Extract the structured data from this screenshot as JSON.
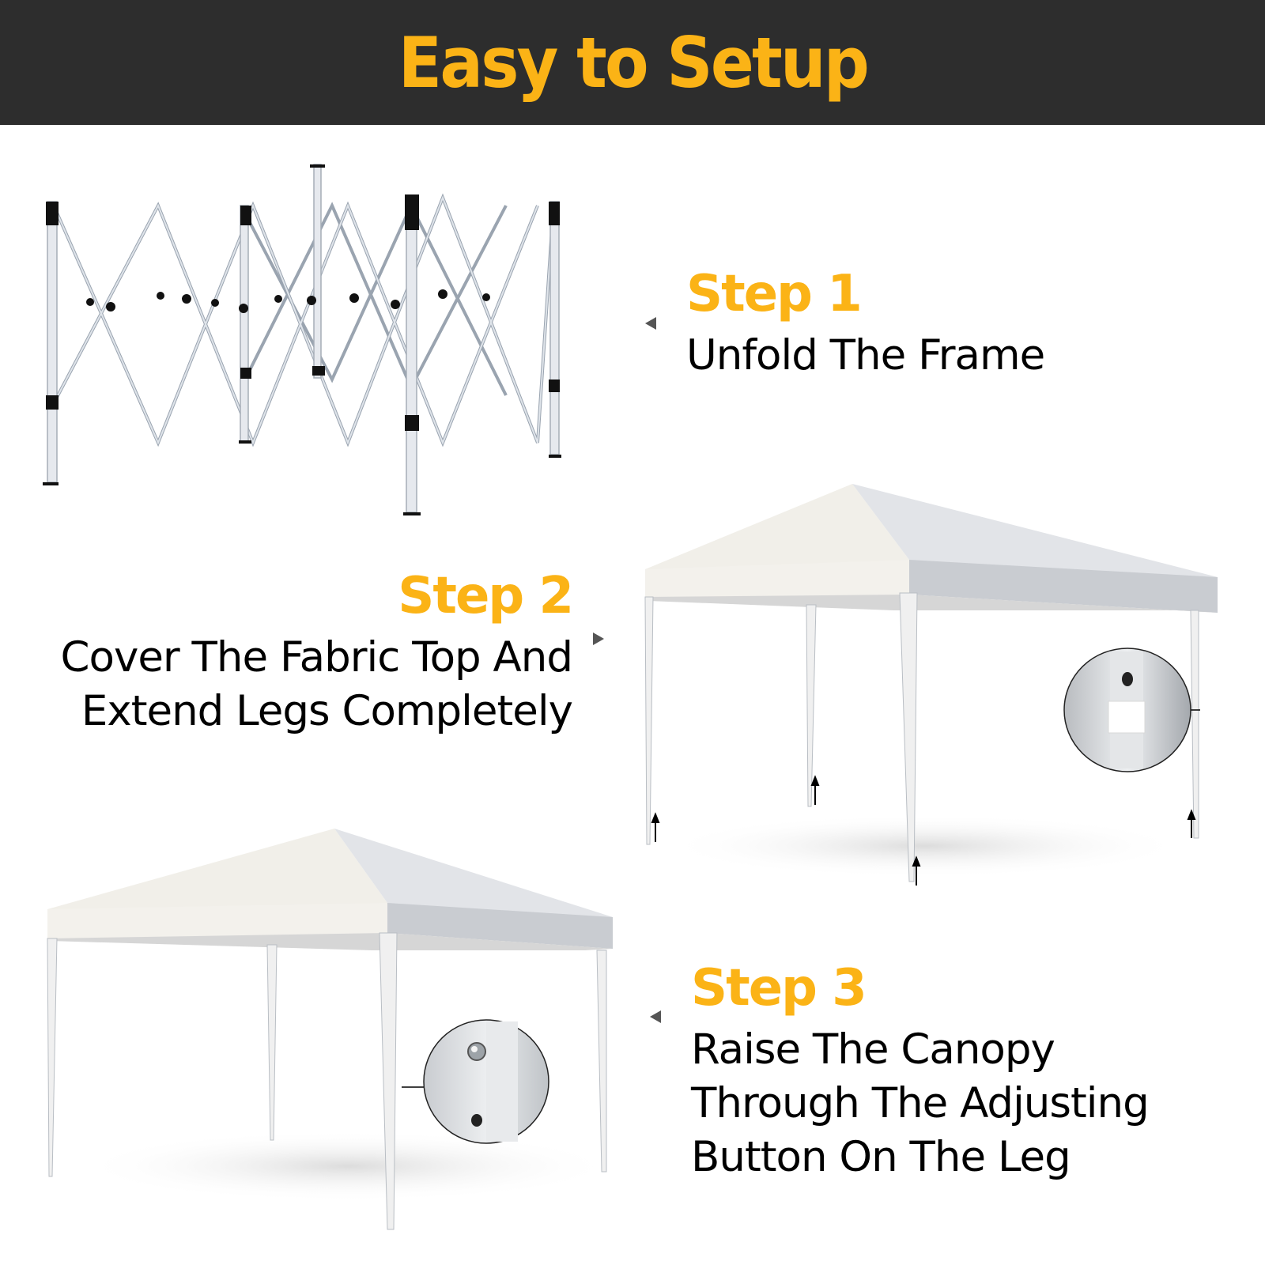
{
  "header": {
    "title": "Easy to Setup",
    "background": "#2d2d2d",
    "accent": "#fbb316"
  },
  "steps": [
    {
      "title": "Step 1",
      "description_lines": [
        "Unfold The Frame"
      ],
      "illustration": "folded-frame-illustration",
      "pointer": "left-triangle-pointer"
    },
    {
      "title": "Step 2",
      "description_lines": [
        "Cover The Fabric Top And",
        "Extend Legs Completely"
      ],
      "illustration": "canopy-legs-extended-illustration",
      "detail_callout": "velcro-strap-closeup",
      "pointer": "right-triangle-pointer"
    },
    {
      "title": "Step 3",
      "description_lines": [
        "Raise The Canopy",
        "Through The Adjusting",
        "Button On The Leg"
      ],
      "illustration": "raised-canopy-illustration",
      "detail_callout": "adjusting-button-closeup",
      "pointer": "left-triangle-pointer"
    }
  ]
}
